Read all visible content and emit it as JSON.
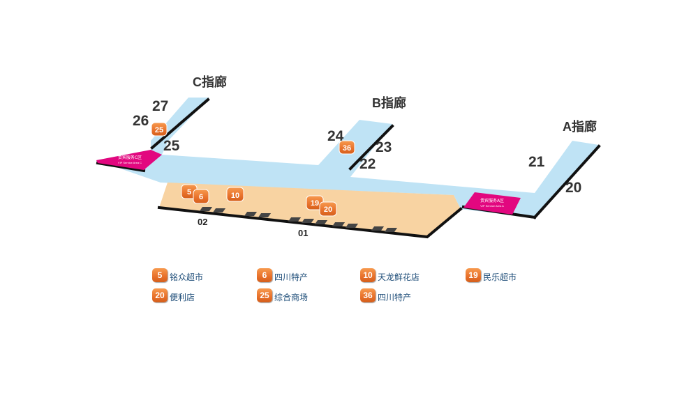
{
  "piers": {
    "c": "C指廊",
    "b": "B指廊",
    "a": "A指廊"
  },
  "gates": {
    "g27": "27",
    "g26": "26",
    "g25": "25",
    "g24": "24",
    "g23": "23",
    "g22": "22",
    "g21": "21",
    "g20": "20"
  },
  "vip": {
    "c_title": "贵宾服务C区",
    "c_sub": "VIP Service Area C",
    "a_title": "贵宾服务A区",
    "a_sub": "VIP Service Area A"
  },
  "floor": {
    "f02": "02",
    "f01": "01"
  },
  "badges": {
    "b5": "5",
    "b6": "6",
    "b10": "10",
    "b19": "19",
    "b20": "20",
    "b25": "25",
    "b36": "36"
  },
  "legend": [
    {
      "num": "5",
      "label": "铭众超市"
    },
    {
      "num": "6",
      "label": "四川特产"
    },
    {
      "num": "10",
      "label": "天龙鲜花店"
    },
    {
      "num": "19",
      "label": "民乐超市"
    },
    {
      "num": "20",
      "label": "便利店"
    },
    {
      "num": "25",
      "label": "综合商场"
    },
    {
      "num": "36",
      "label": "四川特产"
    }
  ],
  "colors": {
    "corridor": "#bfe3f5",
    "floor_area": "#f8d3a2",
    "wall": "#111111",
    "vip": "#e2077f",
    "badge": "#e8702a",
    "legend_text": "#1f4e79"
  }
}
